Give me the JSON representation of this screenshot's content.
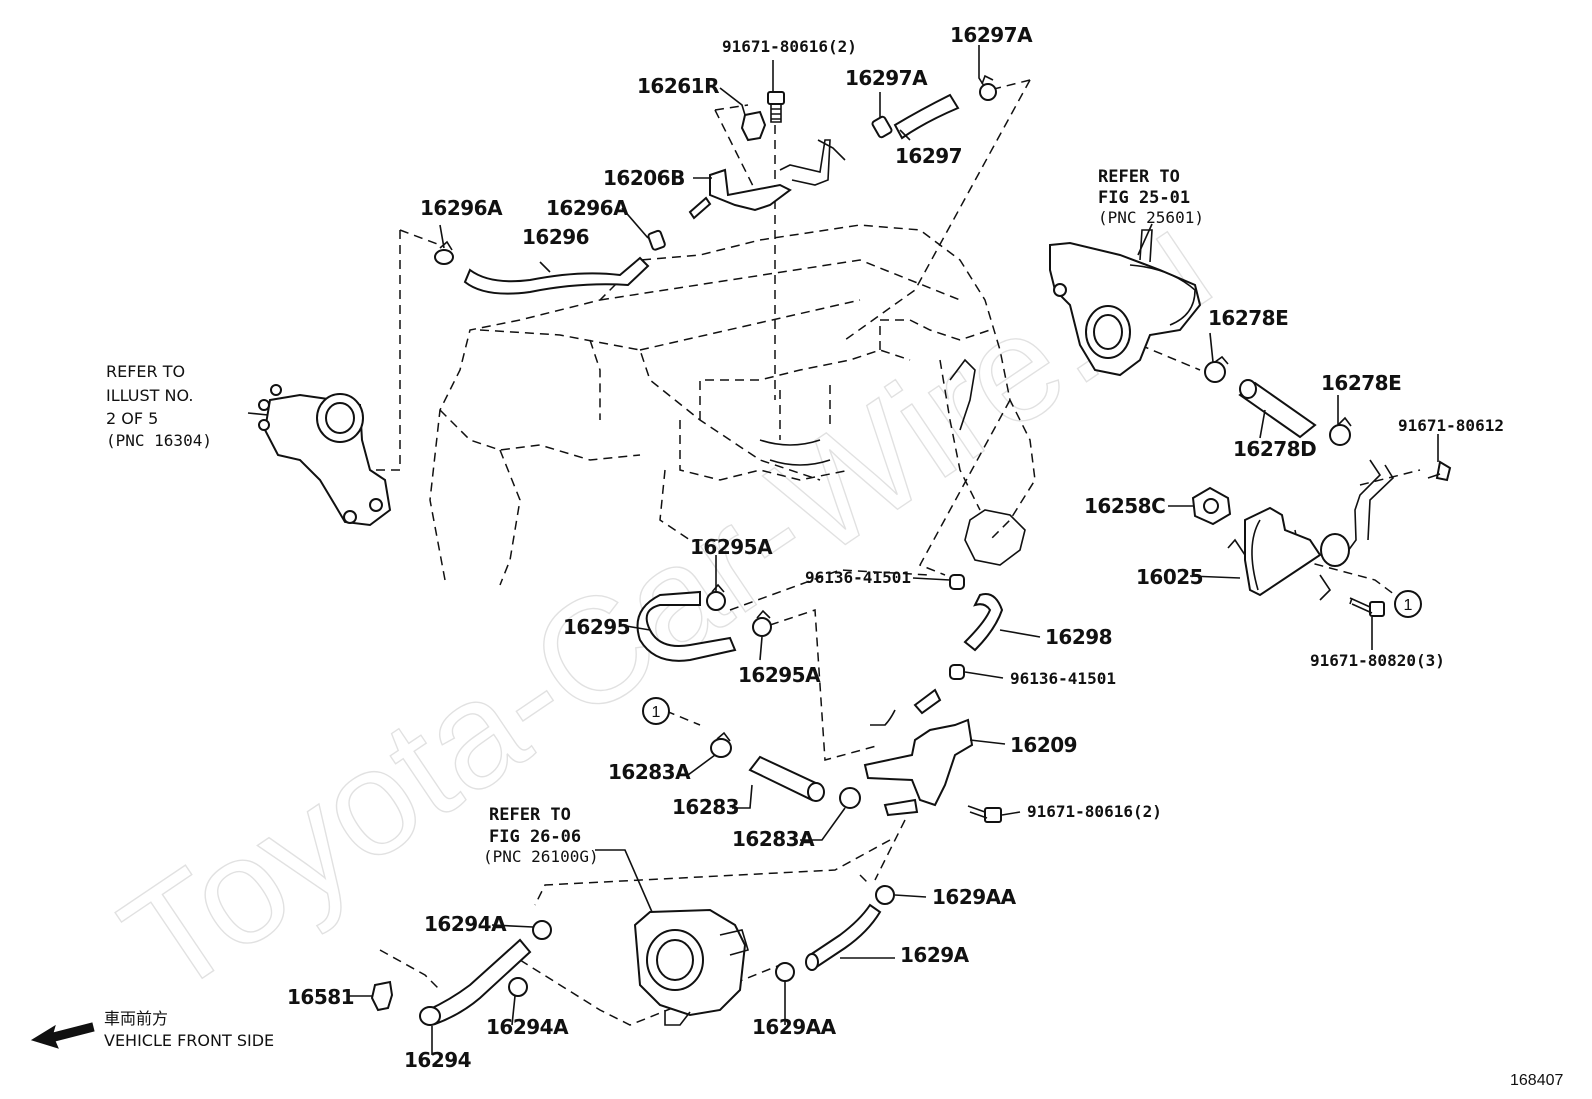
{
  "watermark": "Toyota-Car-Wire.ru",
  "figure_number": "168407",
  "front_indicator": {
    "japanese": "車両前方",
    "english": "VEHICLE FRONT SIDE"
  },
  "references": [
    {
      "id": "ref-fig-25-01",
      "line1": "REFER TO",
      "line2": "FIG 25-01",
      "line3": "(PNC 25601)"
    },
    {
      "id": "ref-illust-2of5",
      "line1": "REFER TO",
      "line2": "ILLUST NO.",
      "line3": "2 OF 5",
      "line4": "(PNC 16304)"
    },
    {
      "id": "ref-fig-26-06",
      "line1": "REFER TO",
      "line2": "FIG 26-06",
      "line3": "(PNC 26100G)"
    }
  ],
  "callout_marker": "1",
  "parts": {
    "p16297A_top": "16297A",
    "p91671_80616_2_top": "91671-80616(2)",
    "p16261R": "16261R",
    "p16297A_mid": "16297A",
    "p16297": "16297",
    "p16206B": "16206B",
    "p16296A_left": "16296A",
    "p16296A_right": "16296A",
    "p16296": "16296",
    "p16278E_top": "16278E",
    "p16278E_right": "16278E",
    "p16278D": "16278D",
    "p91671_80612": "91671-80612",
    "p16258C": "16258C",
    "p16025": "16025",
    "p91671_80820_3": "91671-80820(3)",
    "p16295A_top": "16295A",
    "p96136_41501_top": "96136-41501",
    "p16295": "16295",
    "p16298": "16298",
    "p16295A_bottom": "16295A",
    "p96136_41501_bottom": "96136-41501",
    "p16209": "16209",
    "p16283A_top": "16283A",
    "p16283": "16283",
    "p91671_80616_2_bottom": "91671-80616(2)",
    "p16283A_bottom": "16283A",
    "p1629AA_top": "1629AA",
    "p16294A_top": "16294A",
    "p1629A": "1629A",
    "p16581": "16581",
    "p16294A_bottom": "16294A",
    "p1629AA_bottom": "1629AA",
    "p16294": "16294"
  }
}
